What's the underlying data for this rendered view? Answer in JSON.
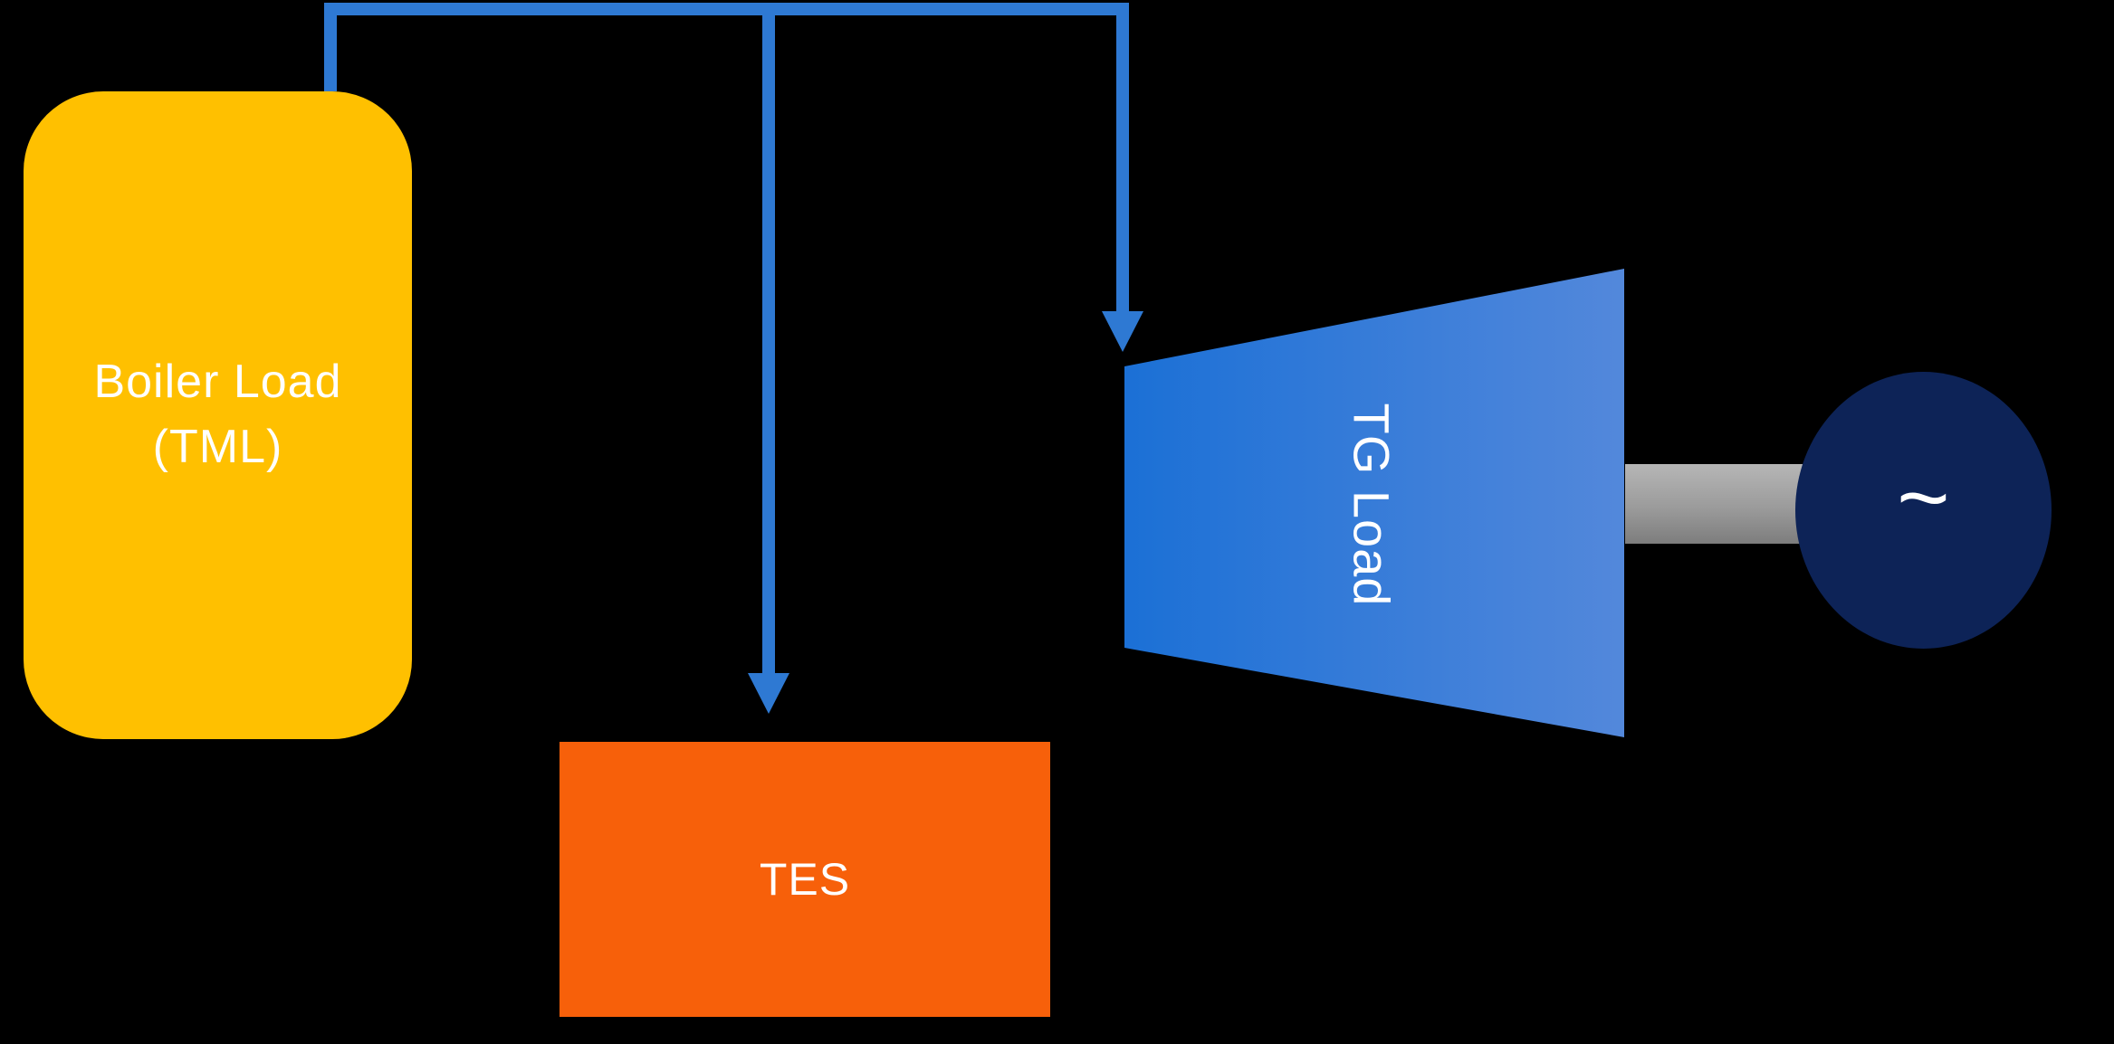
{
  "diagram": {
    "background": "#000000",
    "connector_color": "#2E79D3",
    "nodes": {
      "boiler": {
        "label_line1": "Boiler Load",
        "label_line2": "(TML)",
        "fill": "#FFC000",
        "text_color": "#FFFFFF",
        "shape": "rounded-rectangle"
      },
      "tes": {
        "label": "TES",
        "fill": "#F7600A",
        "text_color": "#FFFFFF",
        "shape": "rectangle"
      },
      "turbine": {
        "label": "TG Load",
        "fill_left": "#1B70D6",
        "fill_right": "#5388DB",
        "text_color": "#FFFFFF",
        "shape": "trapezoid",
        "text_rotation_deg": 90
      },
      "shaft": {
        "fill_top": "#B6B6B6",
        "fill_bottom": "#7D7D7D",
        "shape": "rectangle"
      },
      "generator": {
        "symbol": "~",
        "fill": "#0D2357",
        "text_color": "#FFFFFF",
        "shape": "circle"
      }
    },
    "connections": [
      {
        "from": "boiler",
        "to": "tes",
        "style": "elbow-arrow"
      },
      {
        "from": "boiler",
        "to": "turbine",
        "style": "elbow-arrow"
      },
      {
        "from": "turbine",
        "to": "generator",
        "style": "shaft"
      }
    ]
  }
}
